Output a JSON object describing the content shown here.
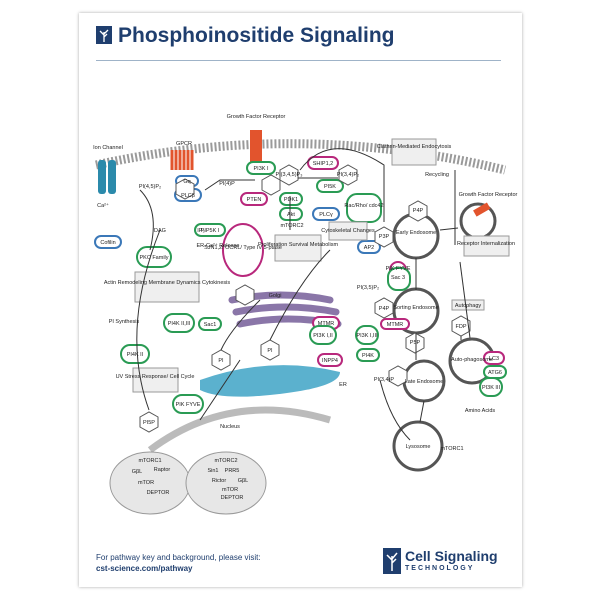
{
  "title": "Phosphoinositide Signaling",
  "footer": {
    "line1": "For pathway key and background, please visit:",
    "line2": "cst-science.com/pathway"
  },
  "brand": {
    "name": "Cell Signaling",
    "sub": "TECHNOLOGY"
  },
  "colors": {
    "navy": "#1f3e6e",
    "green": "#2a9b54",
    "magenta": "#b8287c",
    "blue": "#3b78b8",
    "orange": "#e2542d",
    "teal": "#2b8aab",
    "purple": "#8a76a8",
    "er": "#3ea3c6"
  },
  "labels": {
    "ion_channel": "Ion Channel",
    "gpcr": "GPCR",
    "gf_receptor": "Growth Factor Receptor",
    "ca": "Ca²⁺",
    "cofilin": "Cofilin",
    "gq": "Gq",
    "plcb": "PLCβ",
    "pi45p2": "PI(4,5)P₂",
    "dag": "DAG",
    "ip3": "IP₃",
    "er_ca": "ER-Ca²⁺ Release",
    "pkc": "PKC Family",
    "pip5k": "PIP5K I",
    "actin": "Actin Remodeling Membrane Dynamics Cytokinesis",
    "pi4p": "PI(4)P",
    "pi3k1": "PI3K I",
    "pi345p3": "PI(3,4,5)P₃",
    "ship": "SHIP1,2",
    "pi34p2": "PI(3,4)P₂",
    "pten": "PTEN",
    "pdk1": "PDK1",
    "pi5k": "PI5K",
    "akt": "Akt",
    "mtorc2": "mTORC2",
    "plcg": "PLCγ",
    "rac": "Rac/Rho/ cdc42",
    "sjn": "SJN1,2/ OCRL/ Type IV 5-ptase",
    "pro": "Proliferation Survival Metabolism",
    "cyto": "Cytoskeletal Changes",
    "ap2": "AP2",
    "p3p": "P3P",
    "p4p": "P4P",
    "clathrin": "Clathrin-Mediated Endocytosis",
    "recycling": "Recycling",
    "gfr2": "Growth Factor Receptor",
    "early": "Early Endosome",
    "receptor_int": "Receptor Internalization",
    "pi35p2": "PI(3,5)P₂",
    "sac3": "Sac 3",
    "pik_fyve": "PIK FYVE",
    "sorting": "Sorting Endosome",
    "mtmr": "MTMR",
    "mtmr2": "MTMR",
    "autophagy": "Autophagy",
    "pi3k_lii": "PI3K I,II",
    "pi3k_2": "PI3K I,III",
    "inpp4": "INPP4",
    "pi4k": "PI4K",
    "p5p": "P5P",
    "pi34p": "PI(3,4)P",
    "late": "Late Endosome",
    "p4p2": "P4P",
    "golgi": "Golgi",
    "sac1": "Sac1",
    "pi4k_iii": "PI4K II,III",
    "pi_synth": "PI Synthesis",
    "pi": "PI",
    "pi2": "PI",
    "er": "ER",
    "pi4k2": "PI4K II",
    "uv": "UV Stress Response/ Cell Cycle",
    "pikfyve2": "PIK FYVE",
    "nucleus": "Nucleus",
    "pi5p": "PI5P",
    "fdp": "FDP",
    "autophago": "Auto-phagosome",
    "lc3": "LC3",
    "atg6": "ATG6",
    "pi3k3": "PI3K III",
    "amino": "Amino Acids",
    "lysosome": "Lysosome",
    "mtorc1_lys": "mTORC1",
    "mtorc1": "mTORC1",
    "mtorc2_box": "mTORC2",
    "gbl": "GβL",
    "raptor": "Raptor",
    "mtor": "mTOR",
    "deptor": "DEPTOR",
    "sin1": "Sin1",
    "prr5": "PRR5",
    "rictor": "Rictor",
    "gbl2": "GβL",
    "mtor2": "mTOR",
    "deptor2": "DEPTOR"
  }
}
